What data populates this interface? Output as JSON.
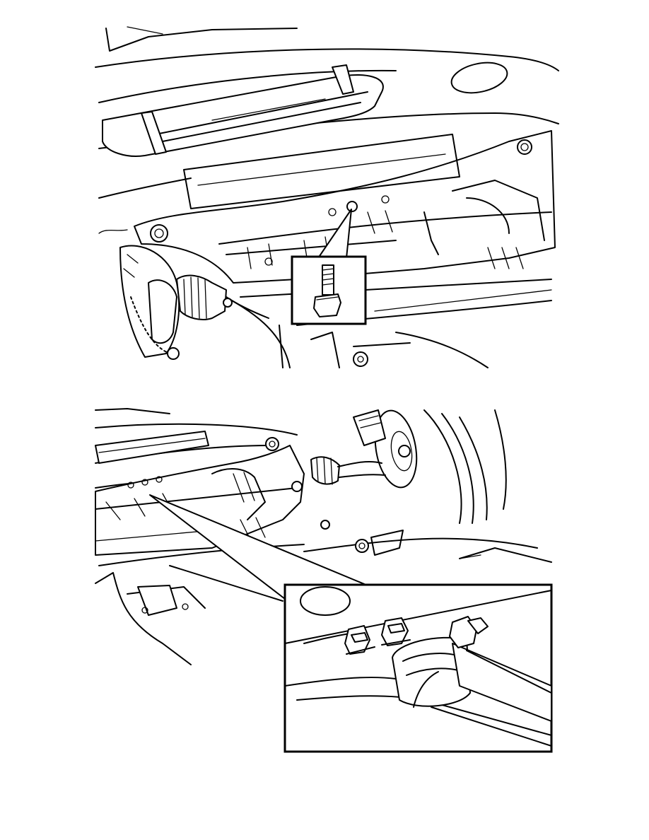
{
  "figures": [
    {
      "id": "top",
      "callout": "single-bolt-detail",
      "icons": [
        "subframe-icon",
        "wheel-hub-icon",
        "drive-shaft-icon",
        "bolt-icon"
      ]
    },
    {
      "id": "bottom",
      "callout": "nut-and-bushing-detail",
      "icons": [
        "subframe-icon",
        "brake-disc-icon",
        "control-arm-icon",
        "nut-icon",
        "bushing-icon"
      ]
    }
  ],
  "colors": {
    "line": "#000000",
    "background": "#ffffff"
  }
}
